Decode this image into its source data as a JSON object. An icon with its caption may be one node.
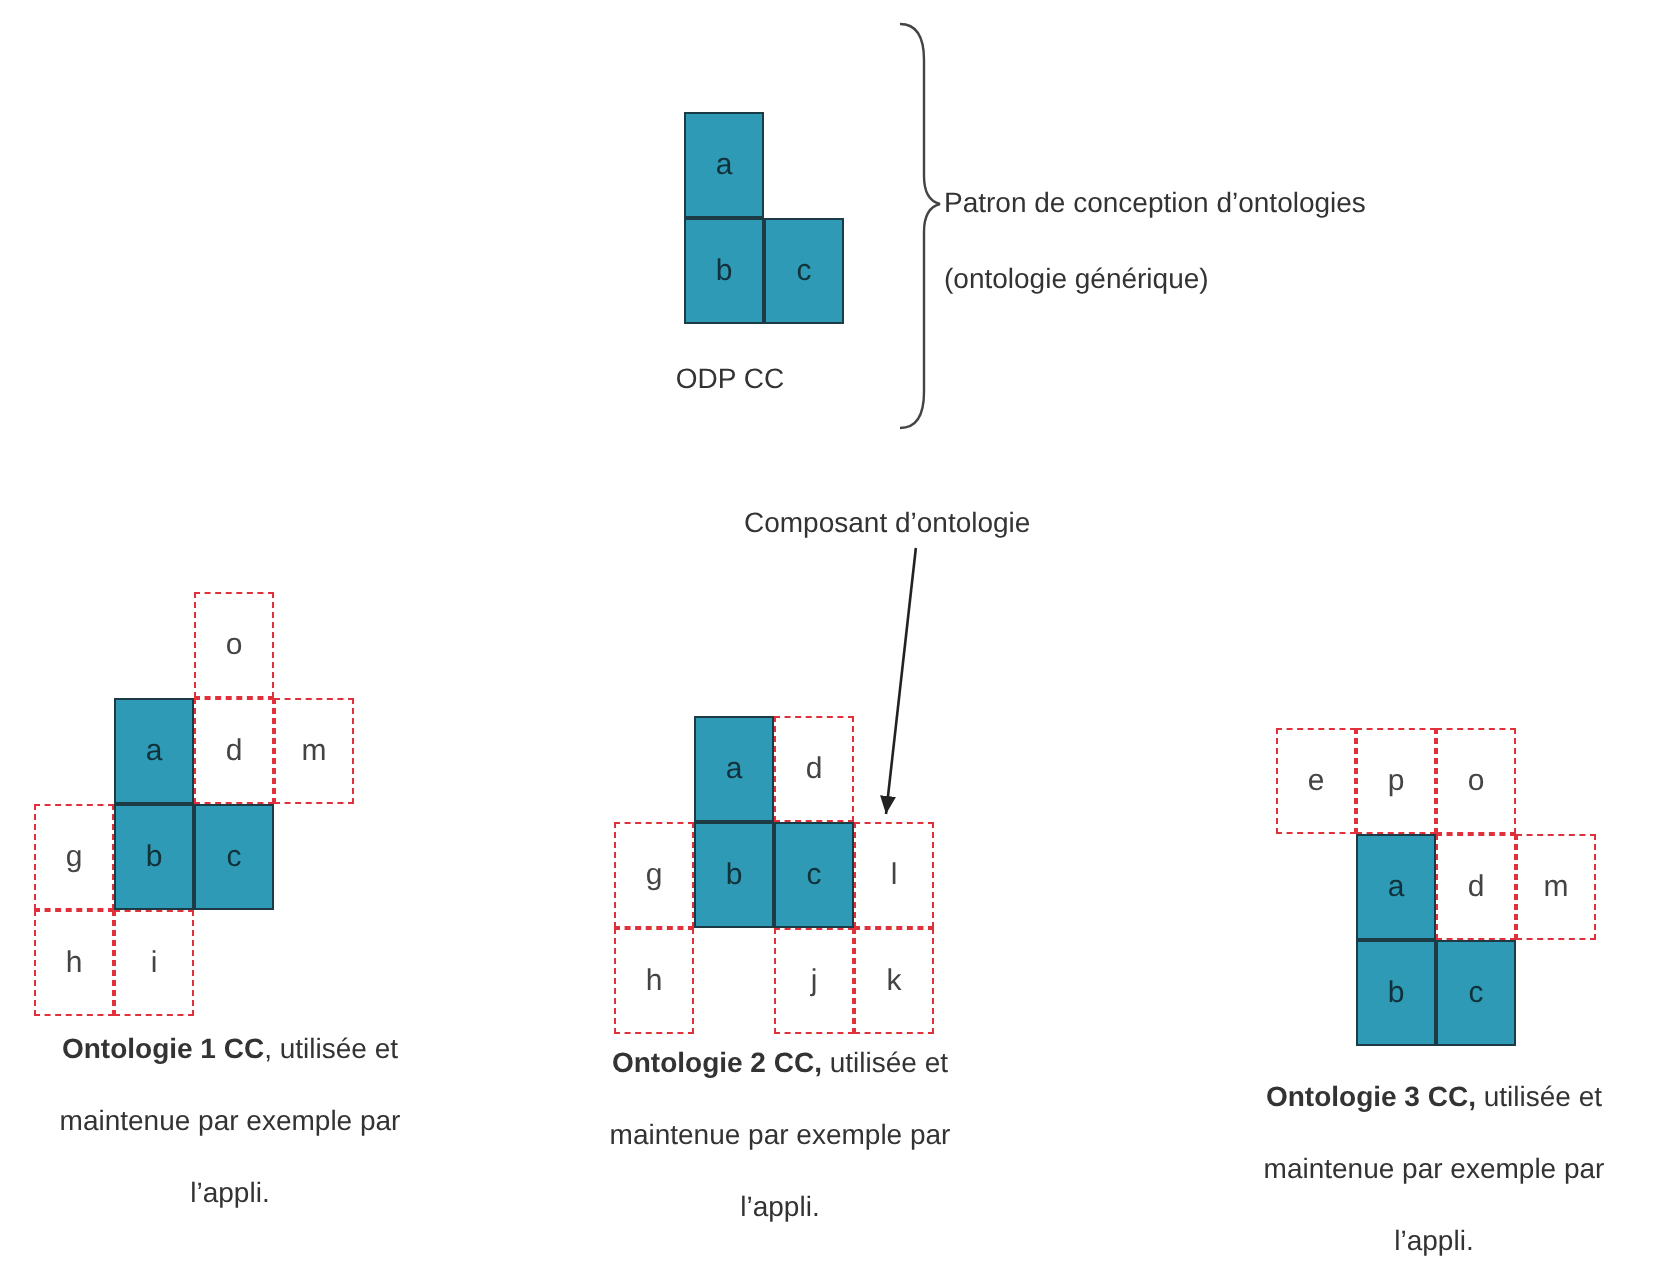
{
  "diagram": {
    "nodes": [
      {
        "text": [
          "a"
        ]
      },
      {
        "text": [
          "b"
        ]
      },
      {
        "text": [
          "c"
        ]
      },
      {
        "text": [
          "Composant d’ontologie"
        ]
      },
      {
        "text": [
          "o"
        ]
      },
      {
        "text": [
          "a"
        ]
      },
      {
        "text": [
          "d"
        ]
      },
      {
        "text": [
          "m"
        ]
      },
      {
        "text": [
          "g"
        ]
      },
      {
        "text": [
          "b"
        ]
      },
      {
        "text": [
          "c"
        ]
      },
      {
        "text": [
          "h"
        ]
      },
      {
        "text": [
          "i"
        ]
      },
      {
        "text": [
          "a"
        ]
      },
      {
        "text": [
          "d"
        ]
      },
      {
        "text": [
          "g"
        ]
      },
      {
        "text": [
          "b"
        ]
      },
      {
        "text": [
          "c"
        ]
      },
      {
        "text": [
          "l"
        ]
      },
      {
        "text": [
          "h"
        ]
      },
      {
        "text": [
          "j"
        ]
      },
      {
        "text": [
          "k"
        ]
      },
      {
        "text": [
          "e"
        ]
      },
      {
        "text": [
          "p"
        ]
      },
      {
        "text": [
          "o"
        ]
      },
      {
        "text": [
          "a"
        ]
      },
      {
        "text": [
          "d"
        ]
      },
      {
        "text": [
          "m"
        ]
      },
      {
        "text": [
          "b"
        ]
      },
      {
        "text": [
          "c"
        ]
      }
    ],
    "edges": [
      {
        "from": 3,
        "to": 18,
        "arrow": "to"
      }
    ],
    "labels": [
      "Patron de conception d’ontologies (ontologie générique)",
      "ODP CC",
      "**Ontologie 1 CC**, utilisée et maintenue par exemple par l’appli.",
      "**Ontologie 2 CC,** utilisée et maintenue par exemple par l’appli.",
      "**Ontologie 3 CC,** utilisée et maintenue par exemple par l’appli."
    ]
  }
}
